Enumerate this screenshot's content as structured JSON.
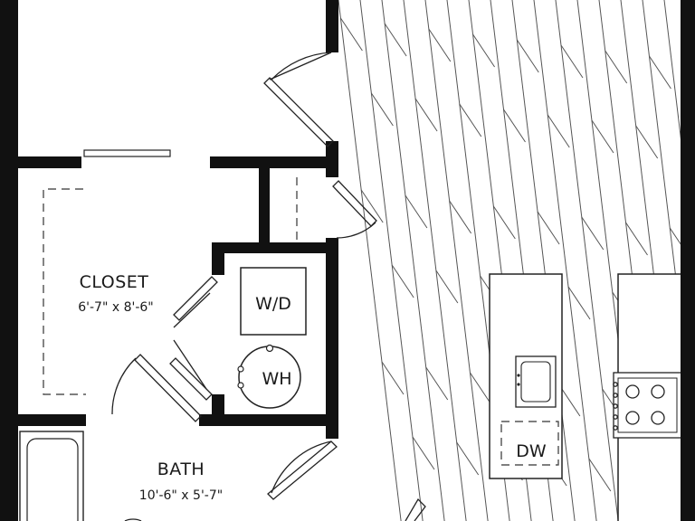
{
  "rooms": {
    "closet": {
      "name": "CLOSET",
      "dims": "6'-7\" x 8'-6\""
    },
    "bath": {
      "name": "BATH",
      "dims": "10'-6\" x 5'-7\""
    }
  },
  "fixtures": {
    "washer_dryer": "W/D",
    "water_heater": "WH",
    "dishwasher": "DW"
  }
}
